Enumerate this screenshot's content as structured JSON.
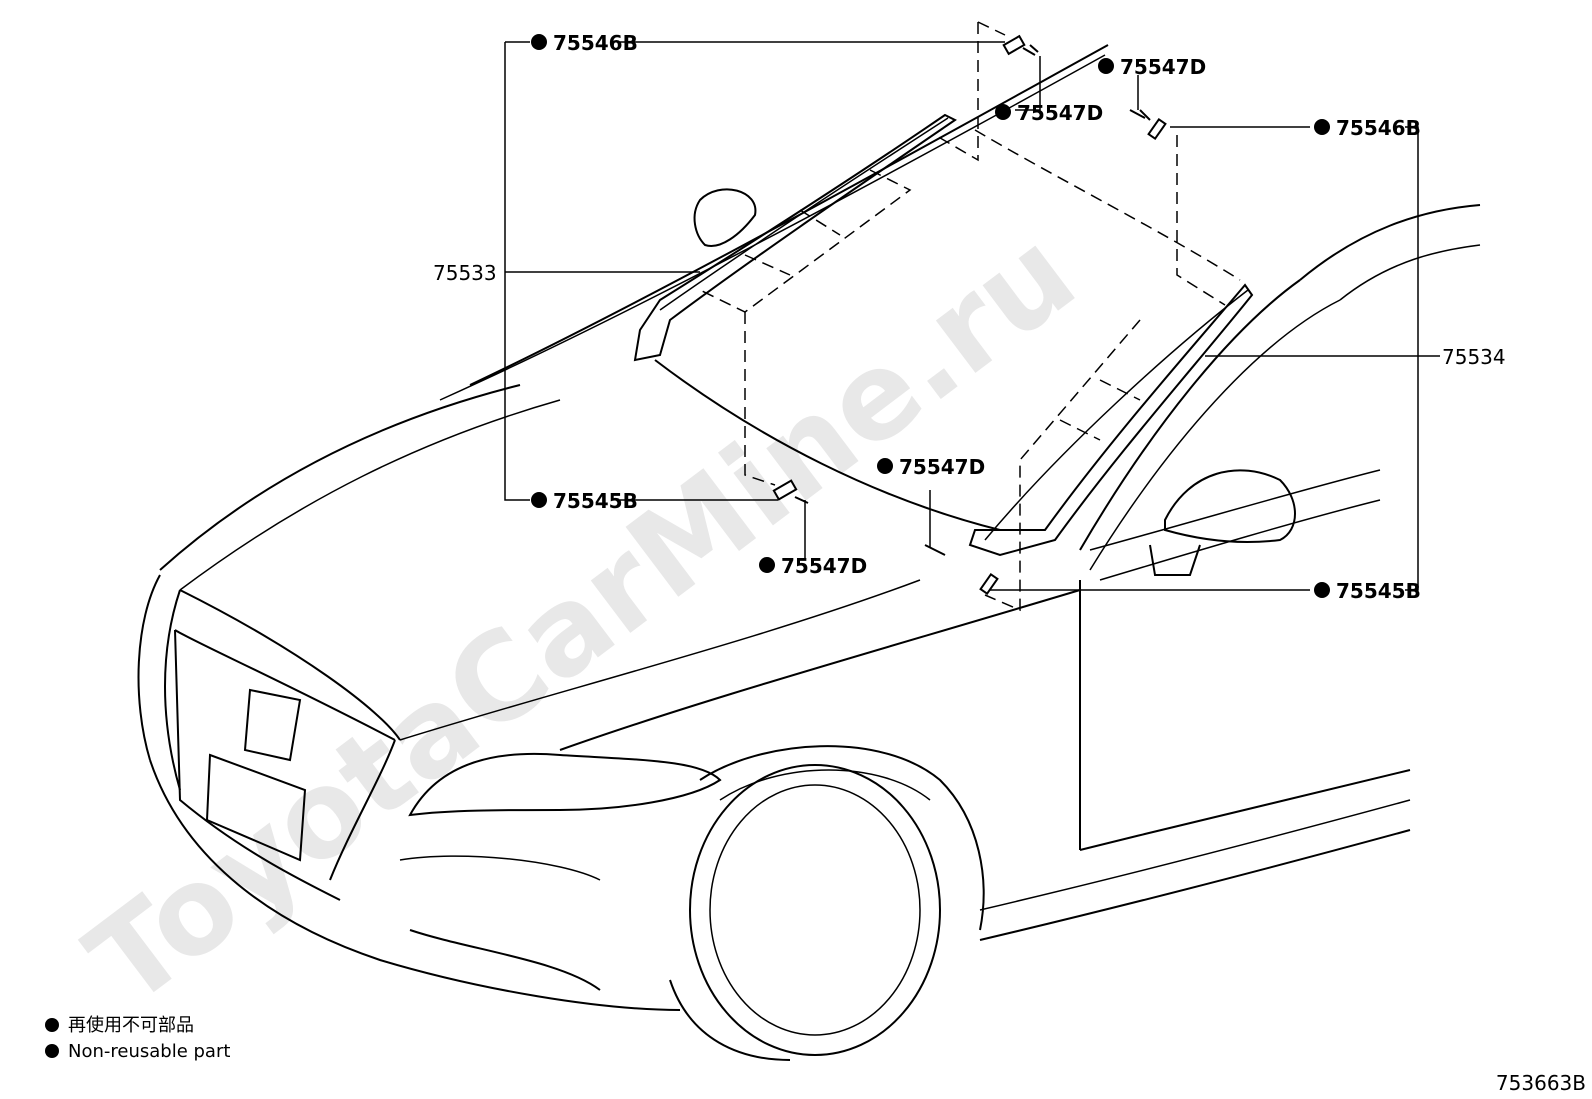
{
  "watermark": "ToyotaCarMine.ru",
  "callouts": {
    "c1": "75546B",
    "c2": "75547D",
    "c3": "75547D",
    "c4": "75546B",
    "c5": "75533",
    "c6": "75534",
    "c7": "75547D",
    "c8": "75545B",
    "c9": "75547D",
    "c10": "75545B"
  },
  "legend": {
    "japanese": "再使用不可部品",
    "english": "Non-reusable part"
  },
  "figure_id": "753663B"
}
